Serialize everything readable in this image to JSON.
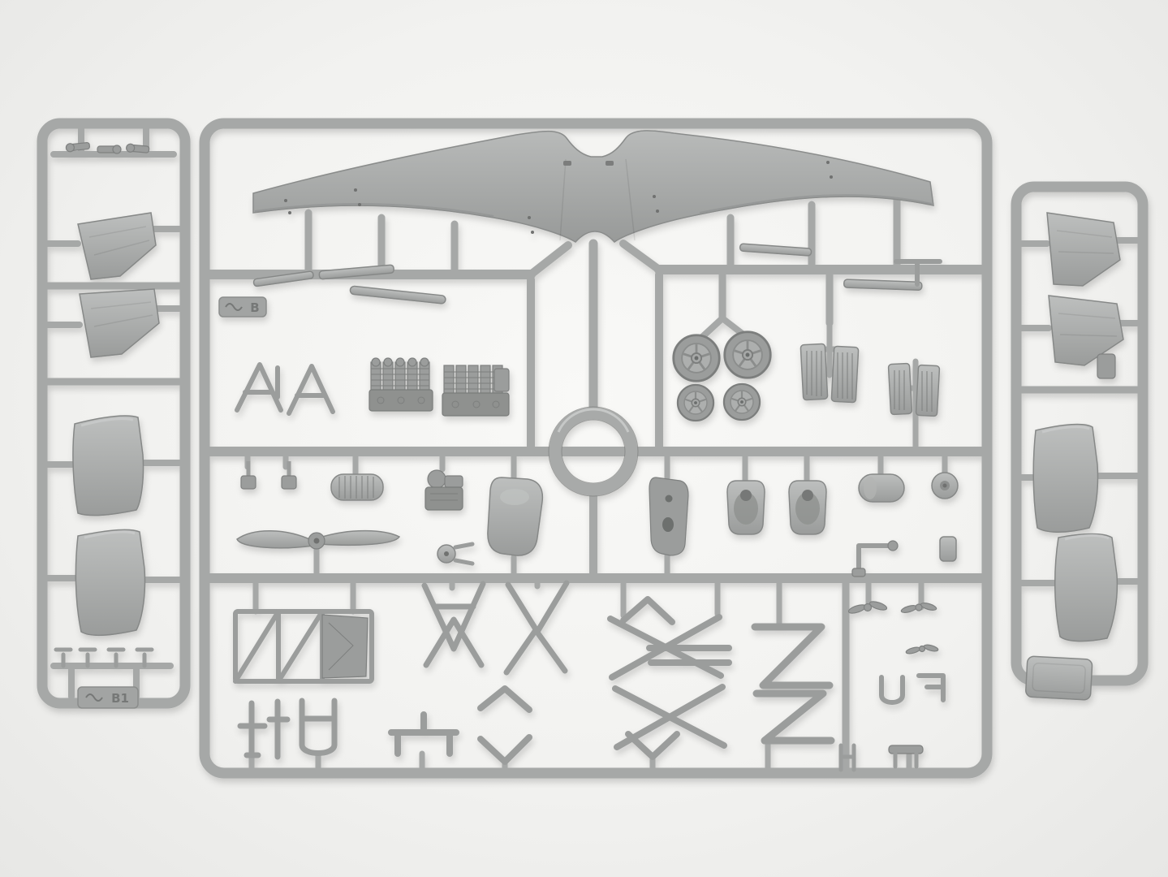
{
  "scene": {
    "description": "Photo of gray injection-molded plastic model kit sprues with biplane aircraft parts on a white background",
    "background_color": "#f2f2f0",
    "plastic_color": "#a6a8a7",
    "plastic_shadow_color": "#8d8f8e",
    "plastic_highlight_color": "#c9cbca"
  },
  "sprues": {
    "main": {
      "label": "B",
      "position": "center"
    },
    "left": {
      "label": "B1",
      "position": "left"
    }
  },
  "parts_inventory": [
    "upper wing (full span with center cutout)",
    "four spoked wheels",
    "two-blade propeller",
    "engine cylinder bank halves",
    "engine cowling ring",
    "two bucket seats",
    "fuselage side frame",
    "cabane and interplane struts",
    "radiator core halves",
    "tailplane halves",
    "curved cowling side panels",
    "exhaust pipes and small fittings"
  ]
}
